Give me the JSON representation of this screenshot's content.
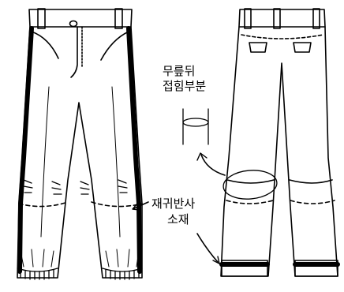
{
  "labels": {
    "knee_fold_line1": "무릎뒤",
    "knee_fold_line2": "접힘부분",
    "reflective_line1": "재귀반사",
    "reflective_line2": "소재"
  }
}
